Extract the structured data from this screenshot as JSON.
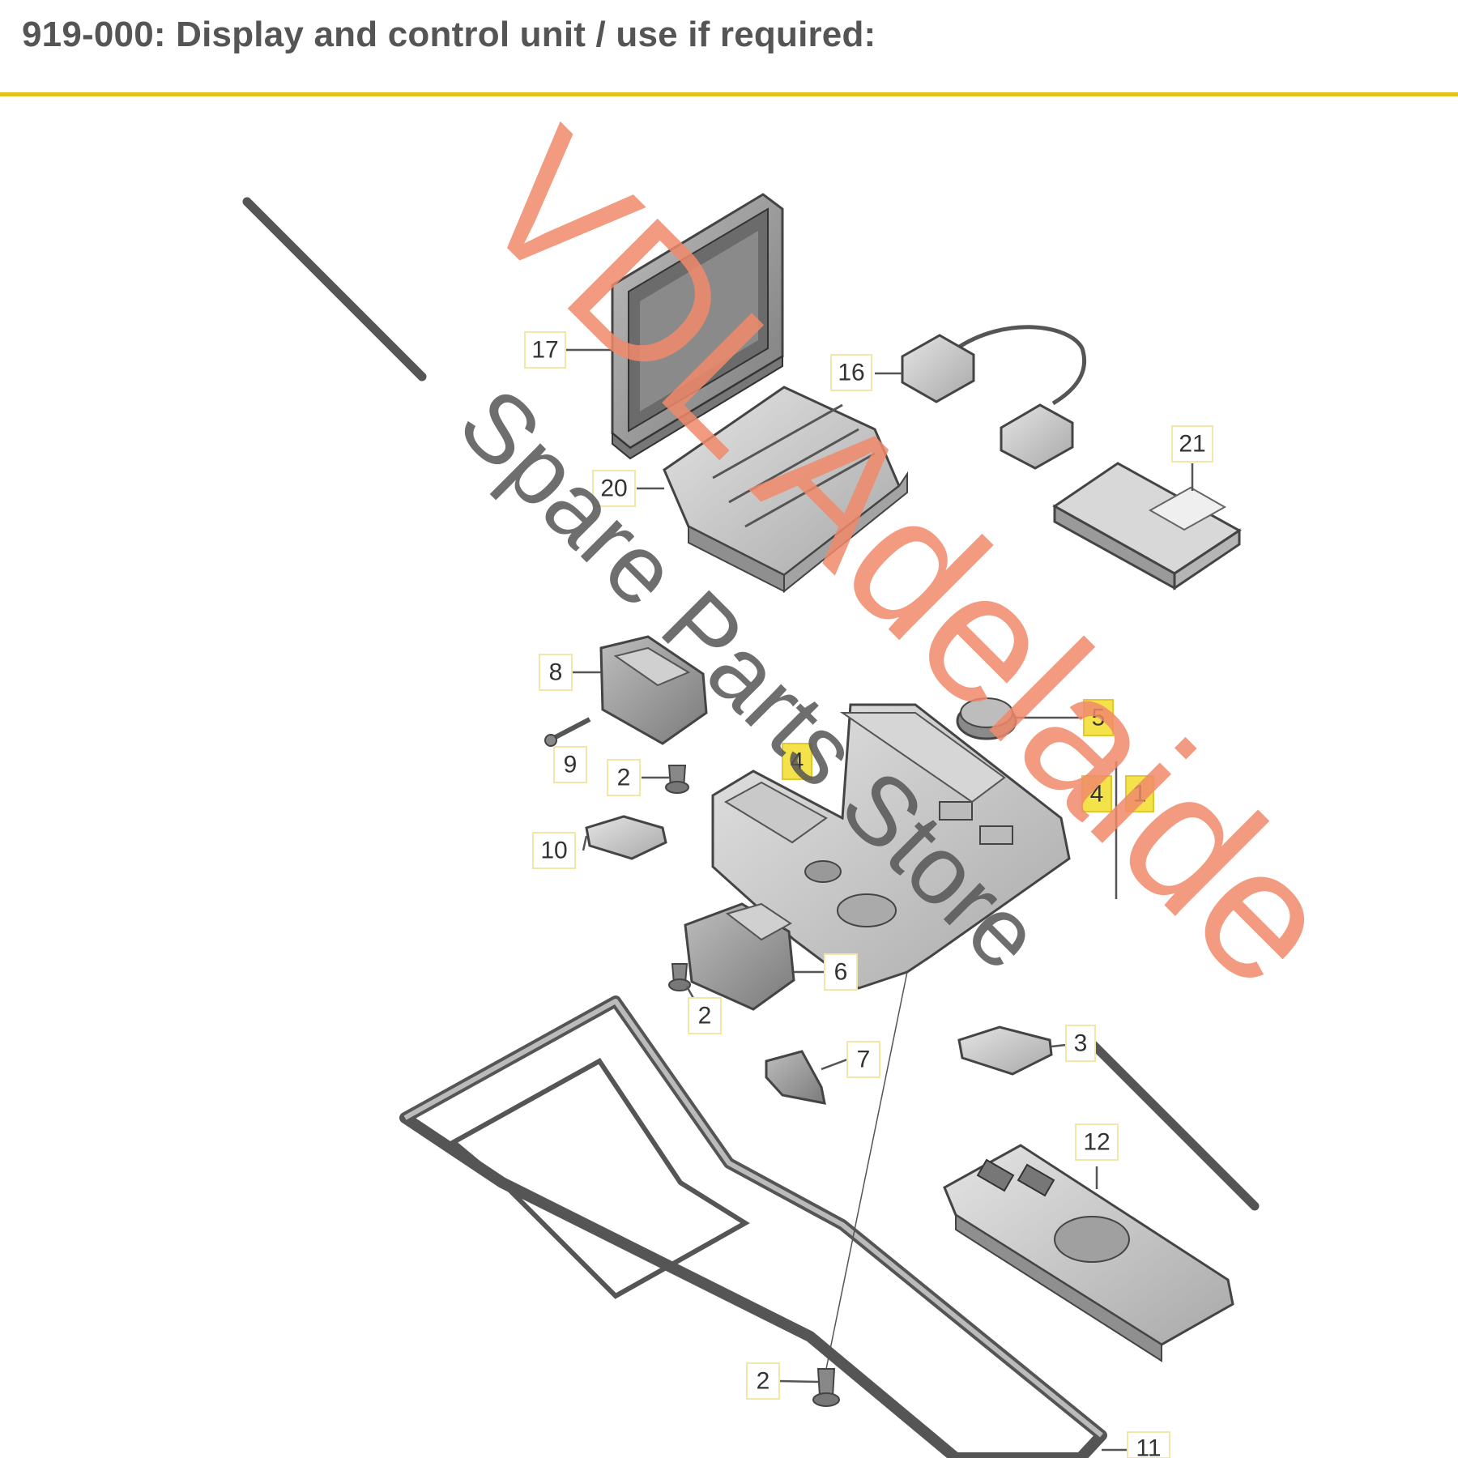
{
  "header": {
    "title": "919-000: Display and control unit / use if required:",
    "rule_color": "#e2c21b"
  },
  "diagram": {
    "callouts": [
      {
        "id": "17",
        "label": "17",
        "highlighted": false
      },
      {
        "id": "16",
        "label": "16",
        "highlighted": false
      },
      {
        "id": "21",
        "label": "21",
        "highlighted": false
      },
      {
        "id": "20",
        "label": "20",
        "highlighted": false
      },
      {
        "id": "8",
        "label": "8",
        "highlighted": false
      },
      {
        "id": "9",
        "label": "9",
        "highlighted": false
      },
      {
        "id": "2a",
        "label": "2",
        "highlighted": false
      },
      {
        "id": "10",
        "label": "10",
        "highlighted": false
      },
      {
        "id": "4a",
        "label": "4",
        "highlighted": true
      },
      {
        "id": "5",
        "label": "5",
        "highlighted": true
      },
      {
        "id": "4b",
        "label": "4",
        "highlighted": true
      },
      {
        "id": "1",
        "label": "1",
        "highlighted": true
      },
      {
        "id": "6",
        "label": "6",
        "highlighted": false
      },
      {
        "id": "2b",
        "label": "2",
        "highlighted": false
      },
      {
        "id": "7",
        "label": "7",
        "highlighted": false
      },
      {
        "id": "3",
        "label": "3",
        "highlighted": false
      },
      {
        "id": "12",
        "label": "12",
        "highlighted": false
      },
      {
        "id": "2c",
        "label": "2",
        "highlighted": false
      },
      {
        "id": "11",
        "label": "11",
        "highlighted": false
      }
    ],
    "highlight_color": "#f3e24a"
  },
  "watermark": {
    "brand": "VDL Adelaide",
    "tagline": "Spare Parts Store",
    "brand_color": "#f08a6a",
    "tagline_color": "#555555"
  }
}
